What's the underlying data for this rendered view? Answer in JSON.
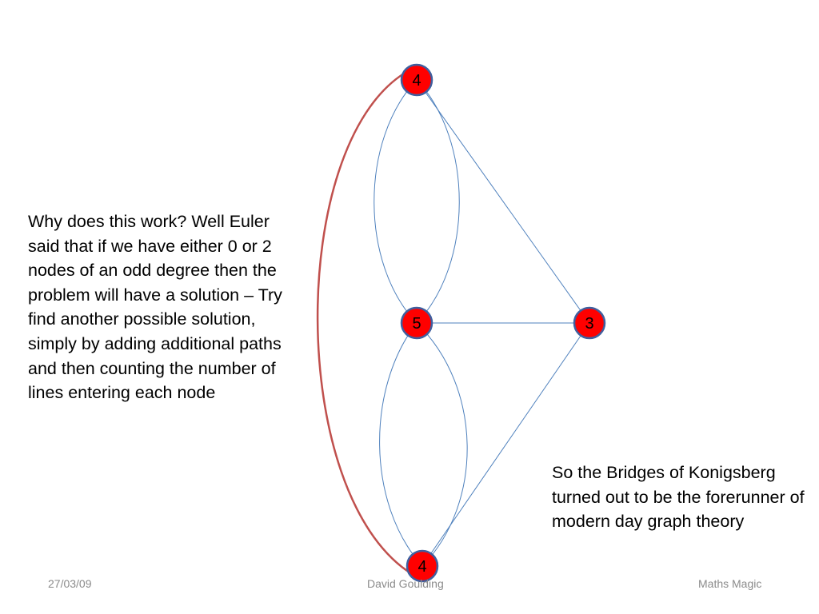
{
  "slide": {
    "explanation": "Why does this work? Well Euler said that if we have either 0 or 2 nodes of an odd degree then the problem will have a solution – Try find another possible solution, simply by adding additional paths and then counting the number of lines entering each node",
    "conclusion": "So the Bridges of Konigsberg  turned out to be the forerunner of modern day graph theory"
  },
  "graph": {
    "nodes": {
      "top": {
        "label": "4"
      },
      "middle": {
        "label": "5"
      },
      "right": {
        "label": "3"
      },
      "bottom": {
        "label": "4"
      }
    },
    "colors": {
      "node_fill": "#ff0000",
      "node_stroke": "#3f5f9f",
      "edge": "#4f81bd",
      "highlight_edge": "#c0504d"
    }
  },
  "footer": {
    "date": "27/03/09",
    "author": "David Goulding",
    "title": "Maths Magic"
  }
}
